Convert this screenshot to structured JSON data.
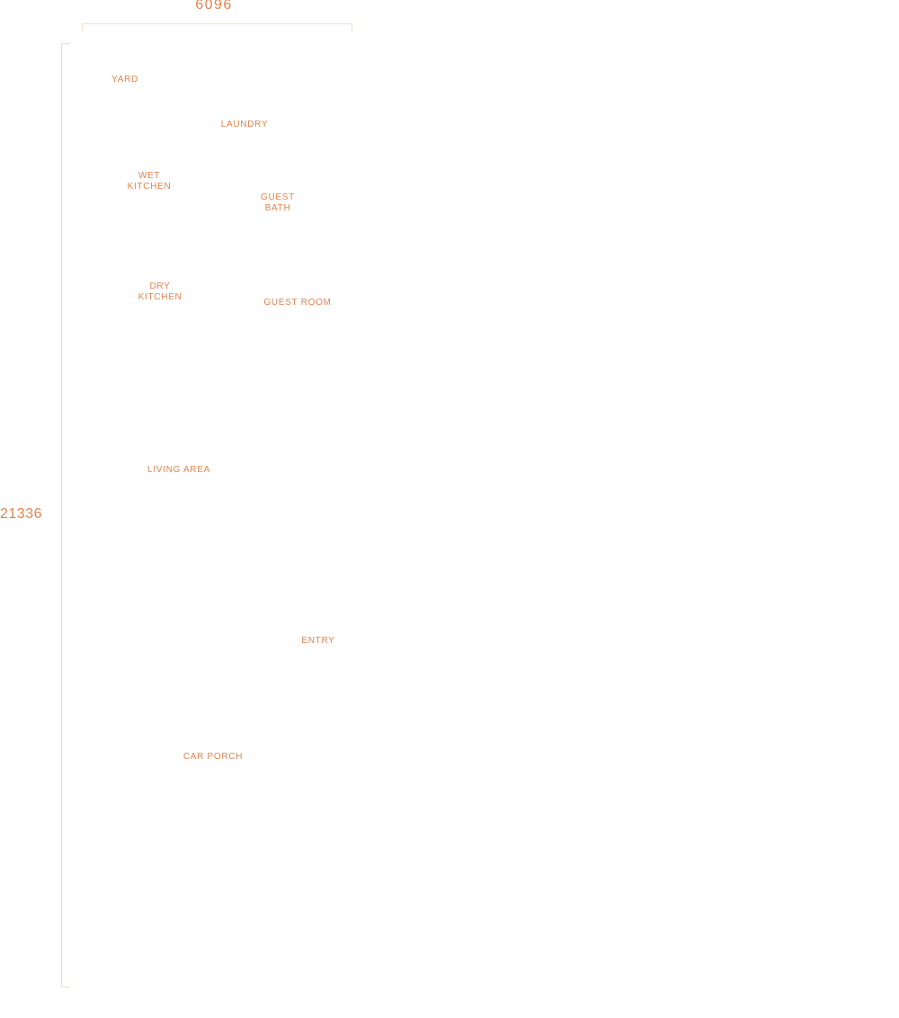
{
  "colors": {
    "label_text": "#E2834E",
    "dimension_line": "#F5DCC3"
  },
  "dimensions": {
    "top_width": "6096",
    "left_height": "21336"
  },
  "rooms": {
    "yard": {
      "label": "YARD"
    },
    "laundry": {
      "label": "LAUNDRY"
    },
    "wet_kitchen": {
      "label": "WET\nKITCHEN"
    },
    "guest_bath": {
      "label": "GUEST\nBATH"
    },
    "dry_kitchen": {
      "label": "DRY\nKITCHEN"
    },
    "guest_room": {
      "label": "GUEST ROOM"
    },
    "living_area": {
      "label": "LIVING AREA"
    },
    "entry": {
      "label": "ENTRY"
    },
    "car_porch": {
      "label": "CAR PORCH"
    }
  }
}
